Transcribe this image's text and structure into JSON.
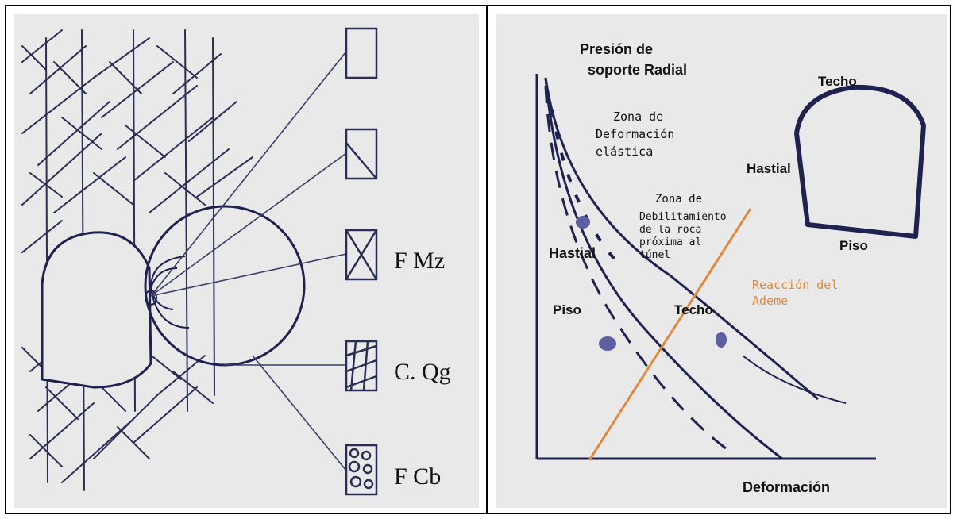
{
  "left_panel": {
    "legend": [
      {
        "label": "",
        "symbol": "empty-box-icon"
      },
      {
        "label": "",
        "symbol": "diagonal-box-icon"
      },
      {
        "label": "F Mz",
        "symbol": "x-box-icon"
      },
      {
        "label": "C. Qg",
        "symbol": "hatched-box-icon"
      },
      {
        "label": "F Cb",
        "symbol": "pebble-box-icon"
      }
    ]
  },
  "right_panel": {
    "y_axis_label_line1": "Presión de",
    "y_axis_label_line2": "soporte Radial",
    "x_axis_label": "Deformación",
    "zone_elastic_line1": "Zona de",
    "zone_elastic_line2": "Deformación",
    "zone_elastic_line3": "elástica",
    "zone_weak_line1": "Zona de",
    "zone_weak_line2": "Debilitamiento",
    "zone_weak_line3": "de la roca",
    "zone_weak_line4": "próxima al",
    "zone_weak_line5": "túnel",
    "curve_hastial": "Hastial",
    "curve_piso": "Piso",
    "curve_techo": "Techo",
    "support_line_line1": "Reacción del",
    "support_line_line2": "Ademe",
    "support_line_color": "#e08a3c",
    "tunnel_techo": "Techo",
    "tunnel_hastial": "Hastial",
    "tunnel_piso": "Piso"
  }
}
